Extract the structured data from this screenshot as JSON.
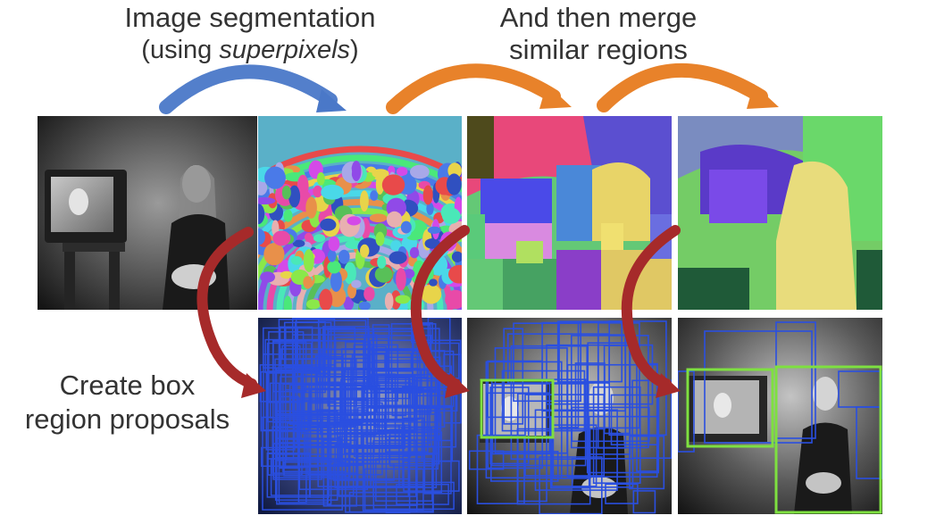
{
  "headings": {
    "segmentation_line1": "Image segmentation",
    "segmentation_line2_prefix": "(using ",
    "segmentation_line2_emphasis": "superpixels",
    "segmentation_line2_suffix": ")",
    "merge_line1": "And then merge",
    "merge_line2": "similar regions",
    "proposals_line1": "Create box",
    "proposals_line2": "region proposals"
  },
  "colors": {
    "text": "#333333",
    "arrow_blue": "#4a78c8",
    "arrow_orange": "#e8822a",
    "arrow_red": "#a62a2a",
    "box_blue": "#2a4fe0",
    "box_green": "#7ee040"
  },
  "panels": [
    {
      "name": "original-photo",
      "kind": "grayscale"
    },
    {
      "name": "superpixel-segmentation",
      "kind": "segmentation-fine"
    },
    {
      "name": "merged-regions-1",
      "kind": "segmentation-medium"
    },
    {
      "name": "merged-regions-2",
      "kind": "segmentation-coarse"
    },
    {
      "name": "proposals-fine",
      "kind": "boxes-many"
    },
    {
      "name": "proposals-medium",
      "kind": "boxes-some"
    },
    {
      "name": "proposals-coarse",
      "kind": "boxes-few"
    }
  ]
}
